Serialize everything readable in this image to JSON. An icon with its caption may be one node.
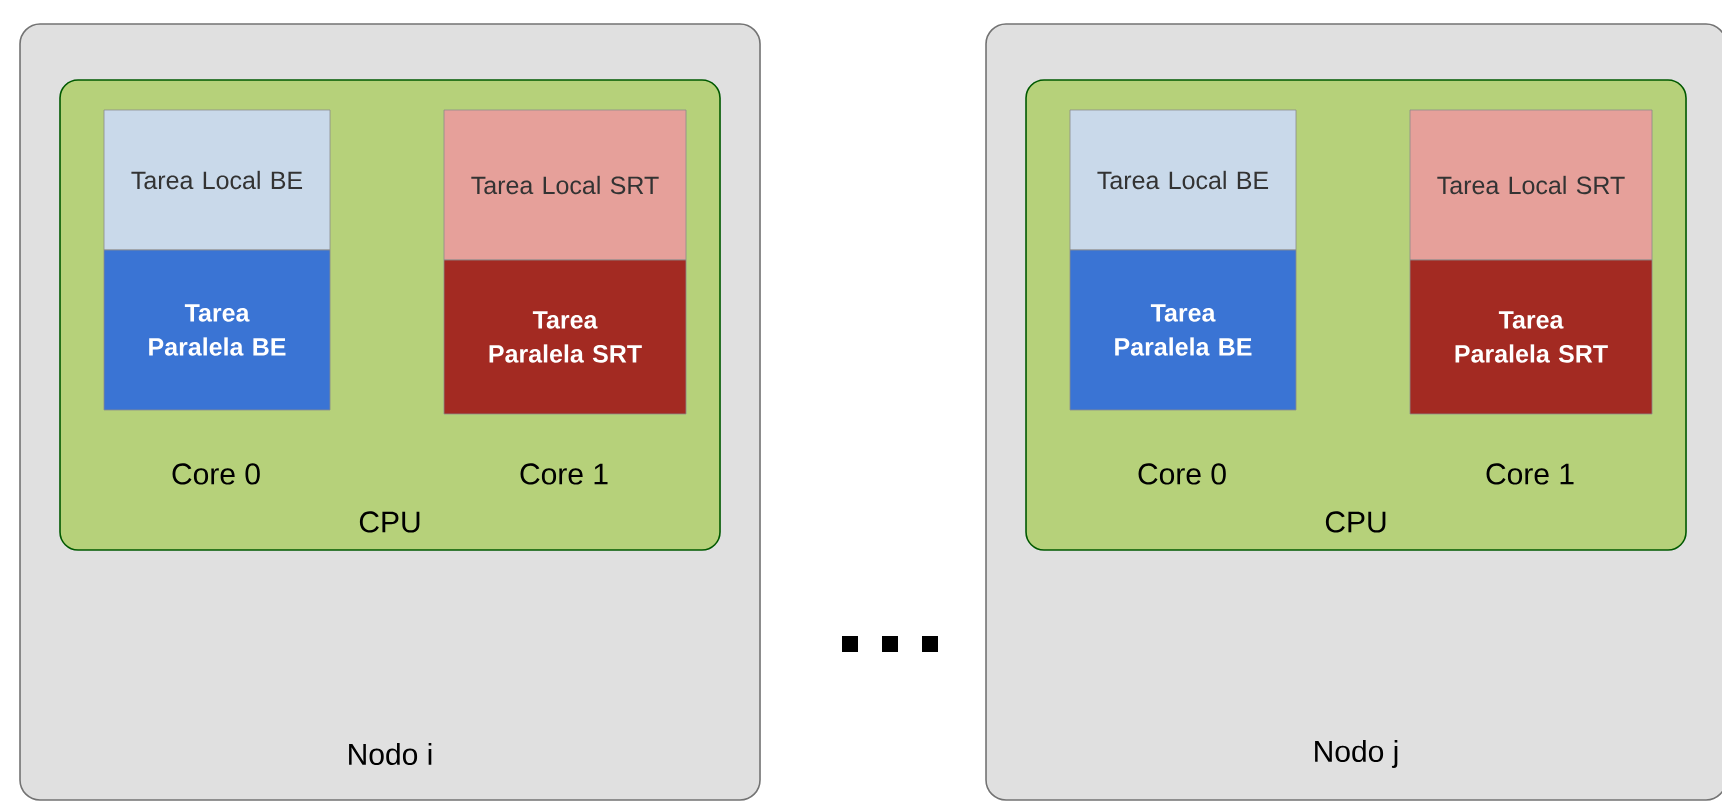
{
  "diagram": {
    "nodes": [
      {
        "text": [
          "Nodo i"
        ]
      },
      {
        "text": [
          "CPU"
        ],
        "in": 0
      },
      {
        "text": [
          "Tarea Local BE"
        ],
        "in": 1
      },
      {
        "text": [
          "Tarea Paralela BE"
        ],
        "in": 1
      },
      {
        "text": [
          "Tarea Local SRT"
        ],
        "in": 1
      },
      {
        "text": [
          "Tarea Paralela SRT"
        ],
        "in": 1
      },
      {
        "text": [
          "Nodo j"
        ]
      },
      {
        "text": [
          "CPU"
        ],
        "in": 6
      },
      {
        "text": [
          "Tarea Local BE"
        ],
        "in": 7
      },
      {
        "text": [
          "Tarea Paralela BE"
        ],
        "in": 7
      },
      {
        "text": [
          "Tarea Local SRT"
        ],
        "in": 7
      },
      {
        "text": [
          "Tarea Paralela SRT"
        ],
        "in": 7
      }
    ],
    "labels": [
      "Core 0",
      "Core 1",
      "Core 0",
      "Core 1"
    ]
  }
}
